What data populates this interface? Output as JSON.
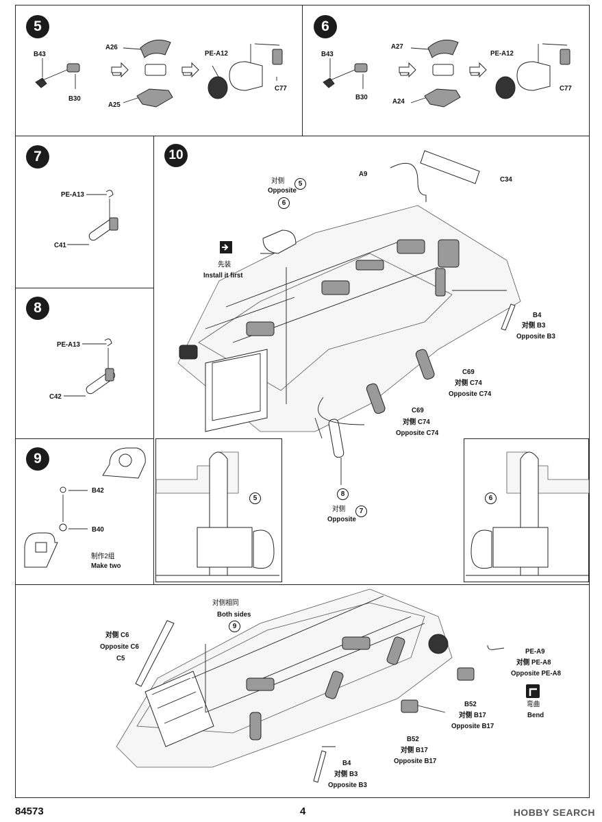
{
  "steps": {
    "s5": {
      "number": "5",
      "labels": {
        "b43": "B43",
        "b30": "B30",
        "a26": "A26",
        "a25": "A25",
        "pea12": "PE-A12",
        "c77": "C77"
      }
    },
    "s6": {
      "number": "6",
      "labels": {
        "b43": "B43",
        "b30": "B30",
        "a27": "A27",
        "a24": "A24",
        "pea12": "PE-A12",
        "c77": "C77"
      }
    },
    "s7": {
      "number": "7",
      "labels": {
        "pea13": "PE-A13",
        "c41": "C41"
      }
    },
    "s8": {
      "number": "8",
      "labels": {
        "pea13": "PE-A13",
        "c42": "C42"
      }
    },
    "s9": {
      "number": "9",
      "labels": {
        "b42": "B42",
        "b40": "B40",
        "make_cn": "制作2组",
        "make_en": "Make two"
      }
    },
    "s10": {
      "number": "10",
      "labels": {
        "opp_cn": "对侧",
        "opposite": "Opposite",
        "ref5": "5",
        "ref6": "6",
        "install_cn": "先装",
        "install_en": "Install it first",
        "a9": "A9",
        "c34": "C34",
        "b4": "B4",
        "b4_cn": "对侧 B3",
        "b4_en": "Opposite B3",
        "c69a": "C69",
        "c69a_cn": "对侧 C74",
        "c69a_en": "Opposite C74",
        "c69b": "C69",
        "c69b_cn": "对侧 C74",
        "c69b_en": "Opposite C74",
        "ref8": "8",
        "ref8_cn": "对侧",
        "ref7": "7",
        "ref8_en": "Opposite",
        "detail_left_ref": "5",
        "detail_right_ref": "6"
      }
    },
    "bottom": {
      "labels": {
        "both_cn": "对侧相同",
        "both_en": "Both sides",
        "ref9": "9",
        "c6_cn": "对侧 C6",
        "c6_en": "Opposite C6",
        "c5": "C5",
        "pea9": "PE-A9",
        "pea9_cn": "对侧 PE-A8",
        "pea9_en": "Opposite PE-A8",
        "bend_cn": "弯曲",
        "bend_en": "Bend",
        "b52a": "B52",
        "b52a_cn": "对侧 B17",
        "b52a_en": "Opposite B17",
        "b52b": "B52",
        "b52b_cn": "对侧 B17",
        "b52b_en": "Opposite B17",
        "b4": "B4",
        "b4_cn": "对侧 B3",
        "b4_en": "Opposite B3"
      }
    }
  },
  "footer": {
    "kit_number": "84573",
    "page_number": "4",
    "watermark": "HOBBY SEARCH"
  }
}
